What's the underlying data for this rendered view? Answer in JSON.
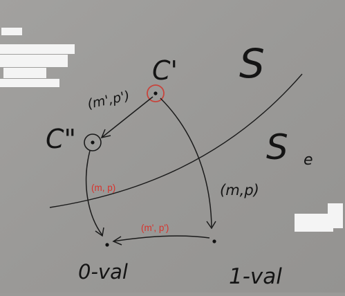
{
  "colors": {
    "board": "#9b9a98",
    "chalk": "#141414",
    "red_annotation": "#d8322c",
    "red_circle": "#c8443c",
    "redaction": "#f4f4f4"
  },
  "labels": {
    "curve_s": "S",
    "curve_se_main": "S",
    "curve_se_sub": "e",
    "node_c_prime": "C'",
    "node_c_double_prime": "C\"",
    "node_zero_val": "0-val",
    "node_one_val": "1-val",
    "edge_c_prime_to_c_double_prime": "(m',p')",
    "edge_c_prime_to_one_val": "(m,p)",
    "edge_c_double_prime_to_zero_val": "(m, p)",
    "edge_one_val_to_zero_val": "(m', p')"
  }
}
